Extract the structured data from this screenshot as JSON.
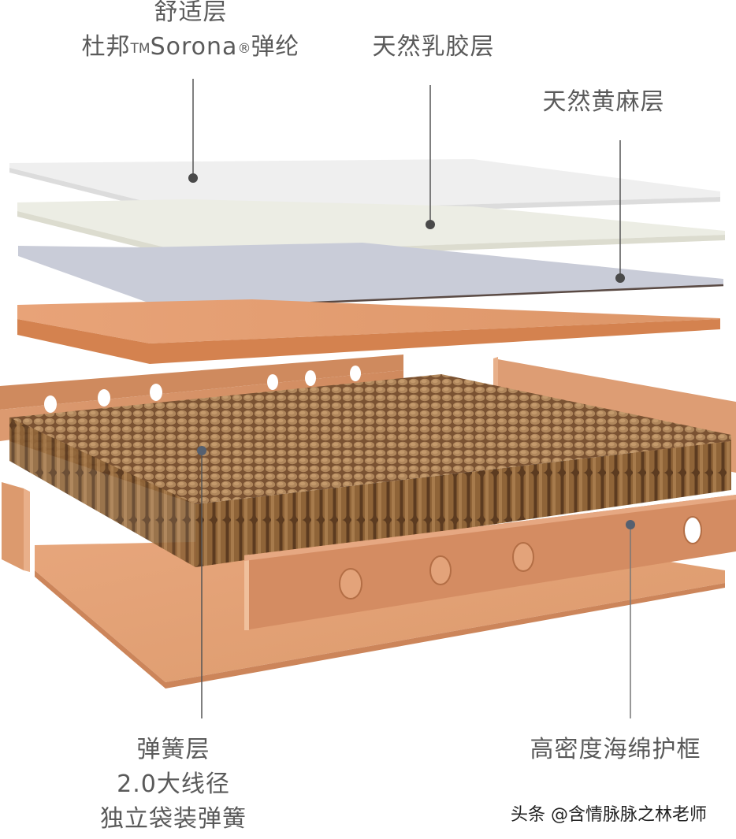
{
  "diagram": {
    "type": "exploded-product-layers",
    "subject": "mattress",
    "colors": {
      "background": "#ffffff",
      "label_text": "#5a5a5a",
      "leader_line": "#555555",
      "marker_dot": "#4a4a4a",
      "comfort_layer": "#efefef",
      "latex_layer": "#ecede4",
      "jute_layer": "#c9ccd8",
      "foam_board": "#e29a6c",
      "spring_pockets": "#8a6038",
      "foam_frame": "#d9956b"
    },
    "labels": {
      "comfort": {
        "line1": "舒适层",
        "line2_prefix": "杜邦",
        "line2_tm": "TM",
        "line2_brand": "Sorona",
        "line2_reg": "®",
        "line2_suffix": "弹纶"
      },
      "latex": {
        "text": "天然乳胶层"
      },
      "jute": {
        "text": "天然黄麻层"
      },
      "spring": {
        "line1": "弹簧层",
        "line2": "2.0大线径",
        "line3": "独立袋装弹簧"
      },
      "frame": {
        "text": "高密度海绵护框"
      }
    },
    "layers": [
      {
        "order": 1,
        "name": "舒适层 杜邦TM Sorona®弹纶"
      },
      {
        "order": 2,
        "name": "天然乳胶层"
      },
      {
        "order": 3,
        "name": "天然黄麻层"
      },
      {
        "order": 4,
        "name": "弹簧层 2.0大线径 独立袋装弹簧"
      },
      {
        "order": 5,
        "name": "高密度海绵护框"
      }
    ]
  },
  "watermark": {
    "text": "头条 @含情脉脉之林老师"
  }
}
